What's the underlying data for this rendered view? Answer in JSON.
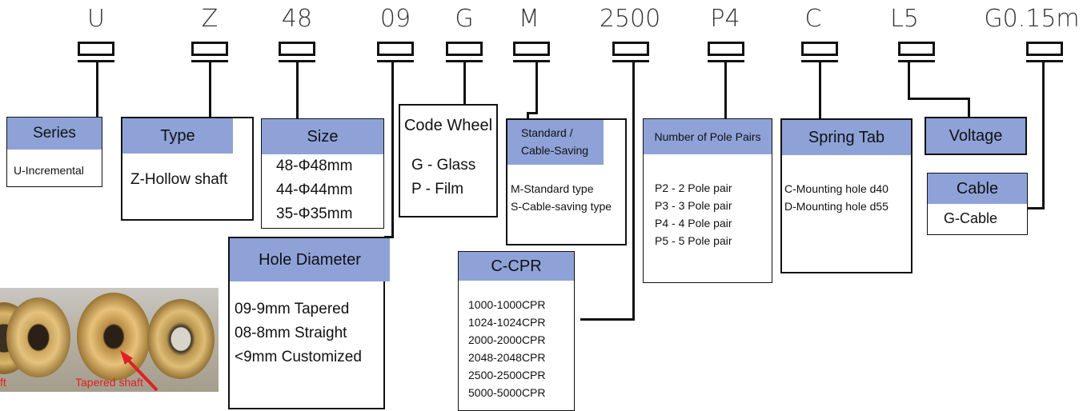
{
  "codes": [
    "U",
    "Z",
    "48",
    "09",
    "G",
    "M",
    "2500",
    "P4",
    "C",
    "L5",
    "G0.15m"
  ],
  "series": {
    "title": "Series",
    "items": [
      "U-Incremental"
    ]
  },
  "type": {
    "title": "Type",
    "items": [
      "Z-Hollow shaft"
    ]
  },
  "size": {
    "title": "Size",
    "items": [
      "48-Φ48mm",
      "44-Φ44mm",
      "35-Φ35mm"
    ]
  },
  "hole": {
    "title": "Hole Diameter",
    "items": [
      "09-9mm Tapered",
      "08-8mm Straight",
      "<9mm Customized"
    ]
  },
  "code_wheel": {
    "title": "Code Wheel",
    "items": [
      "G - Glass",
      "P - Film"
    ]
  },
  "standard": {
    "title_line1": "Standard /",
    "title_line2": "Cable-Saving",
    "items": [
      "M-Standard type",
      "S-Cable-saving type"
    ]
  },
  "cpr": {
    "title": "C-CPR",
    "items": [
      "1000-1000CPR",
      "1024-1024CPR",
      "2000-2000CPR",
      "2048-2048CPR",
      "2500-2500CPR",
      "5000-5000CPR"
    ]
  },
  "pole": {
    "title": "Number of Pole Pairs",
    "items": [
      "P2 - 2 Pole pair",
      "P3 - 3 Pole pair",
      "P4 - 4 Pole pair",
      "P5 - 5 Pole pair"
    ]
  },
  "spring": {
    "title": "Spring Tab",
    "items": [
      "C-Mounting hole d40",
      "D-Mounting hole d55"
    ]
  },
  "voltage": {
    "title": "Voltage"
  },
  "cable": {
    "title": "Cable",
    "items": [
      "G-Cable"
    ]
  },
  "photo": {
    "left_label": "ft",
    "right_label": "Tapered shaft"
  },
  "colors": {
    "header_fill": "#8ea2d8",
    "annotation": "#e02020"
  }
}
